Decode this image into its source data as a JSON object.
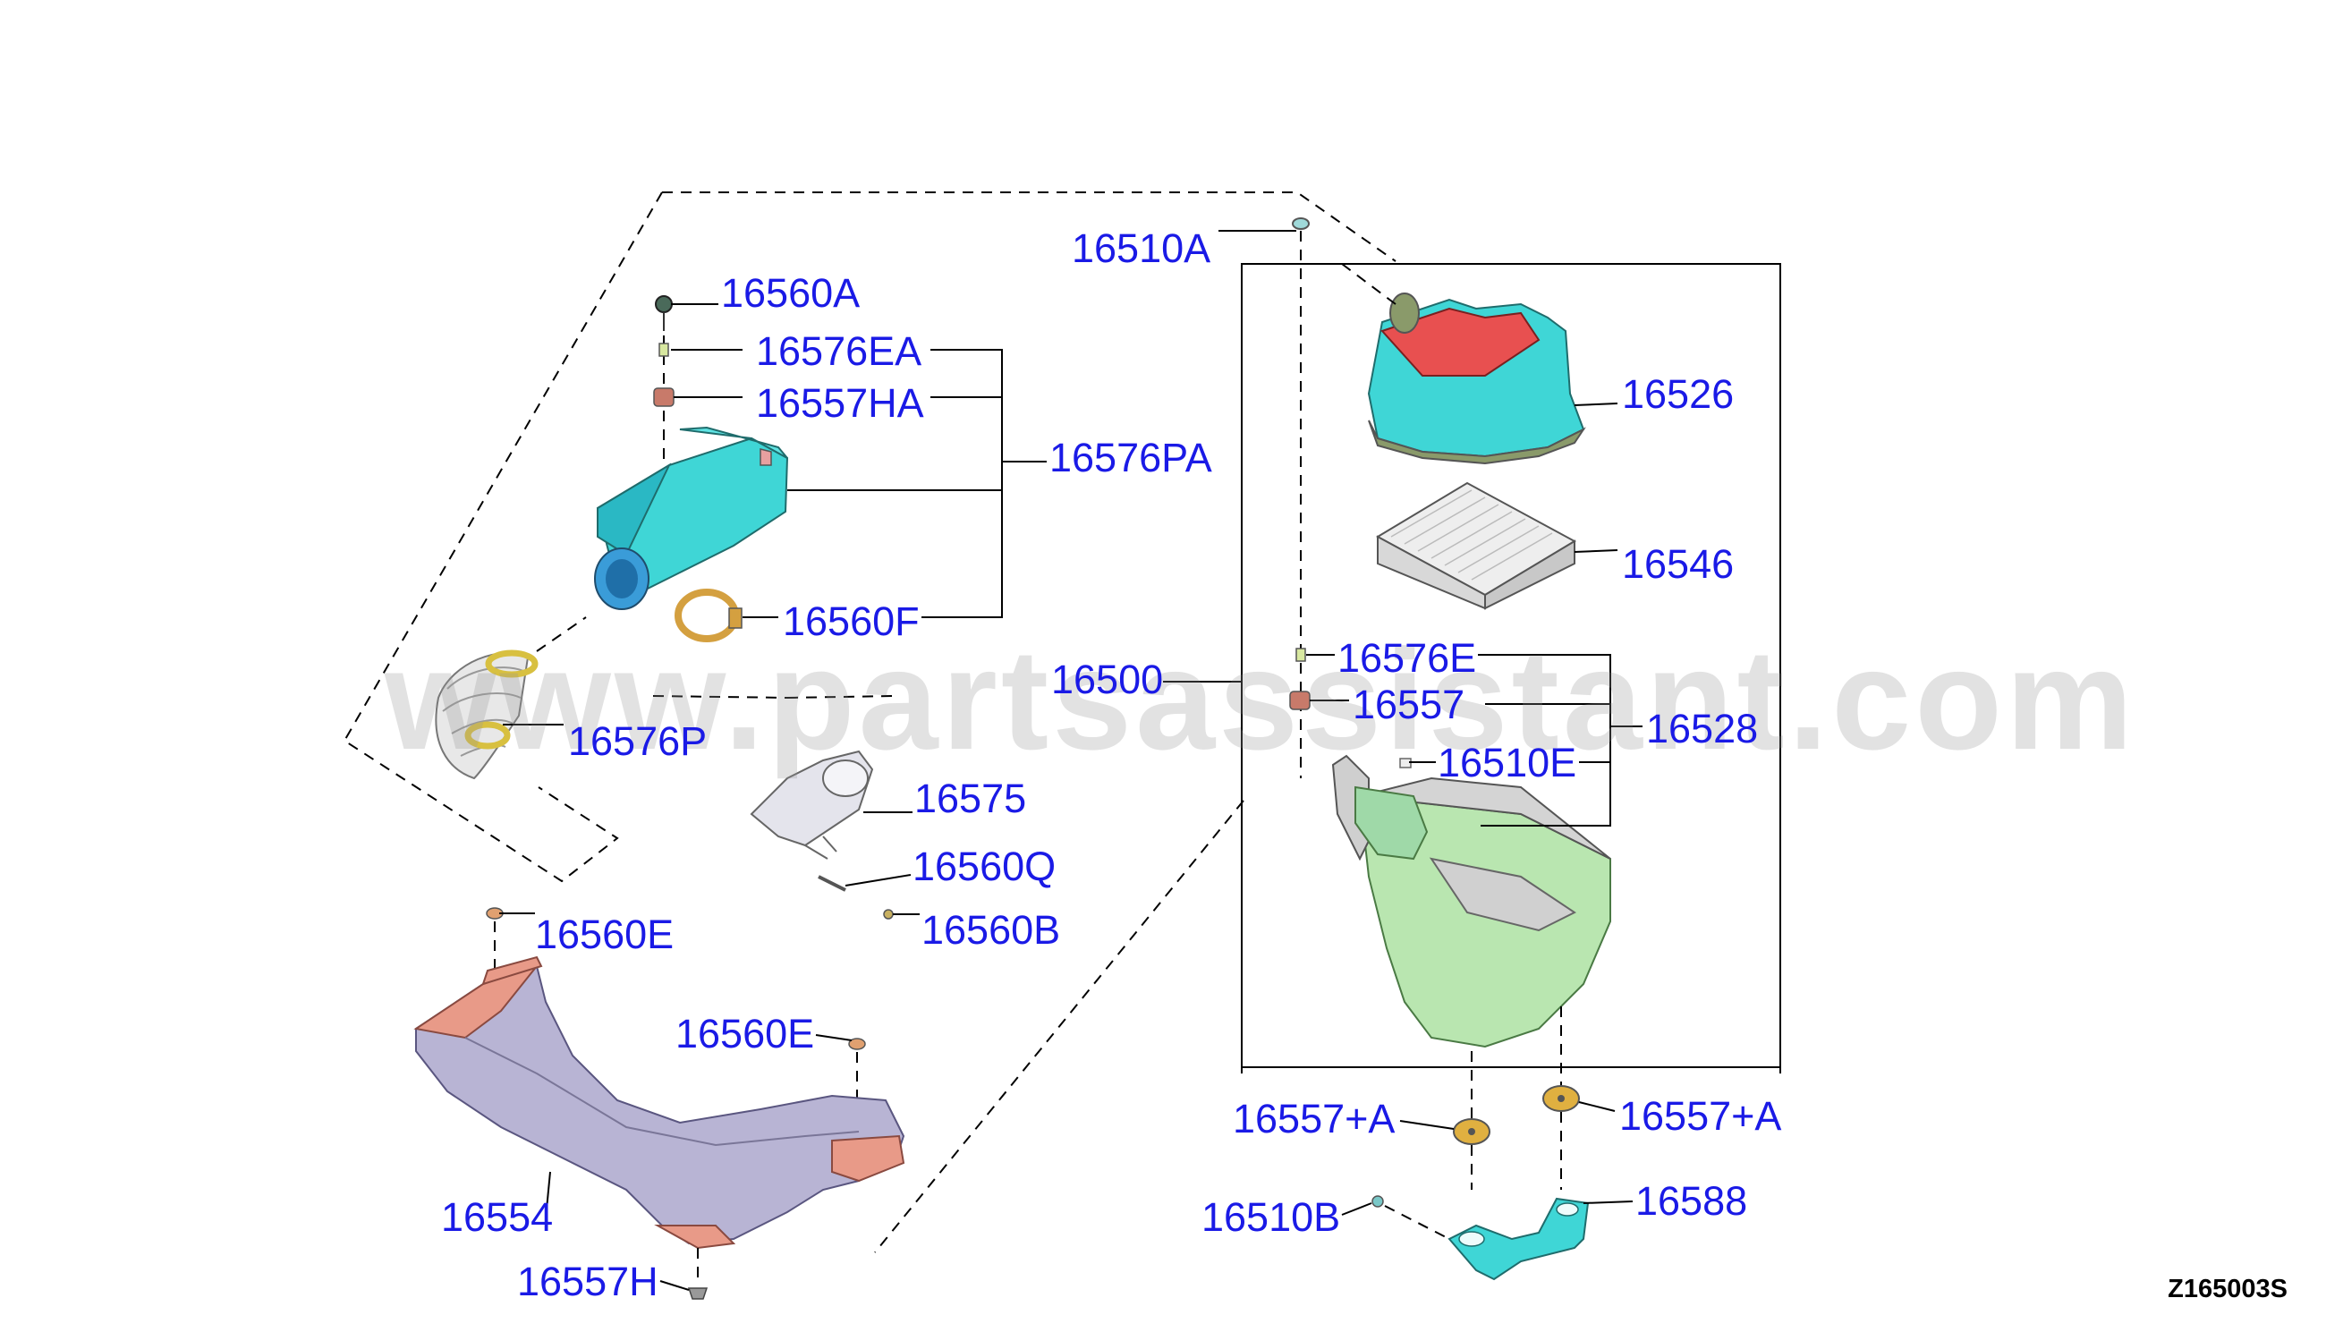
{
  "diagram": {
    "labels": {
      "p16510A": "16510A",
      "p16560A": "16560A",
      "p16576EA": "16576EA",
      "p16557HA": "16557HA",
      "p16576PA": "16576PA",
      "p16526": "16526",
      "p16546": "16546",
      "p16560F": "16560F",
      "p16576E": "16576E",
      "p16500": "16500",
      "p16557": "16557",
      "p16528": "16528",
      "p16576P": "16576P",
      "p16510E": "16510E",
      "p16575": "16575",
      "p16560Q": "16560Q",
      "p16560B": "16560B",
      "p16560E_a": "16560E",
      "p16560E_b": "16560E",
      "p16557A_l": "16557+A",
      "p16557A_r": "16557+A",
      "p16588": "16588",
      "p16510B": "16510B",
      "p16554": "16554",
      "p16557H": "16557H"
    },
    "drawing_code": "Z165003S",
    "watermark": "www.partsassistant.com",
    "colors": {
      "label": "#1a1ae6",
      "cyan_part": "#3fd6d6",
      "red_part": "#e85050",
      "green_part": "#b9e6b0",
      "salmon_part": "#e89a88",
      "lavender_part": "#b8b4d4",
      "filter": "#eeeeee"
    }
  }
}
